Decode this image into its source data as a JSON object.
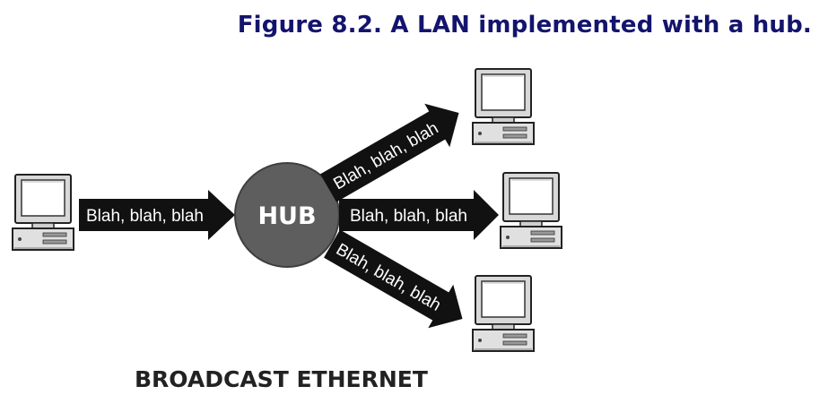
{
  "title": "Figure 8.2. A LAN implemented with a hub.",
  "hub": {
    "label": "HUB"
  },
  "arrows": {
    "inbound": "Blah, blah, blah",
    "out_top": "Blah, blah, blah",
    "out_middle": "Blah, blah, blah",
    "out_bottom": "Blah, blah, blah"
  },
  "caption": "BROADCAST ETHERNET",
  "nodes": {
    "sender": "computer-icon",
    "receivers": [
      "computer-icon",
      "computer-icon",
      "computer-icon"
    ]
  },
  "colors": {
    "title": "#14146e",
    "hub": "#5e5e5e",
    "arrow": "#111111",
    "caption": "#222222"
  }
}
